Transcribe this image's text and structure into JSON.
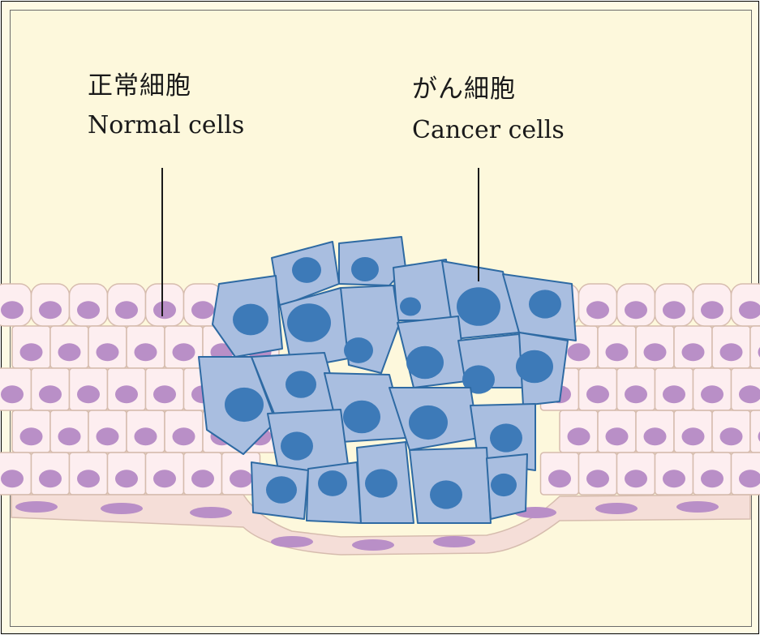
{
  "labels": {
    "normal_ja": "正常細胞",
    "normal_en": "Normal cells",
    "cancer_ja": "がん細胞",
    "cancer_en": "Cancer cells"
  },
  "colors": {
    "background": "#fdf8dc",
    "normal_cell_fill": "#fdeef0",
    "normal_cell_stroke": "#d6bcae",
    "normal_nucleus": "#b98fc7",
    "cancer_cell_fill": "#a9bee0",
    "cancer_cell_stroke": "#2e6aa3",
    "cancer_nucleus": "#3d7ab8",
    "basal_layer_fill": "#f5ded8"
  }
}
